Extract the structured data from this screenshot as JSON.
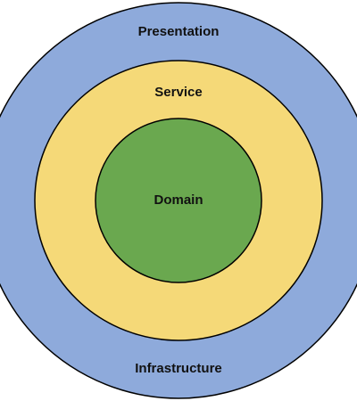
{
  "diagram": {
    "layers": [
      {
        "id": "presentation",
        "label": "Presentation",
        "fill": "#8eaadb",
        "stroke": "#000000"
      },
      {
        "id": "service",
        "label": "Service",
        "fill": "#f5d978",
        "stroke": "#000000"
      },
      {
        "id": "domain",
        "label": "Domain",
        "fill": "#6aa84f",
        "stroke": "#000000"
      }
    ],
    "bottom_label": "Infrastructure",
    "background": "#ffffff"
  }
}
